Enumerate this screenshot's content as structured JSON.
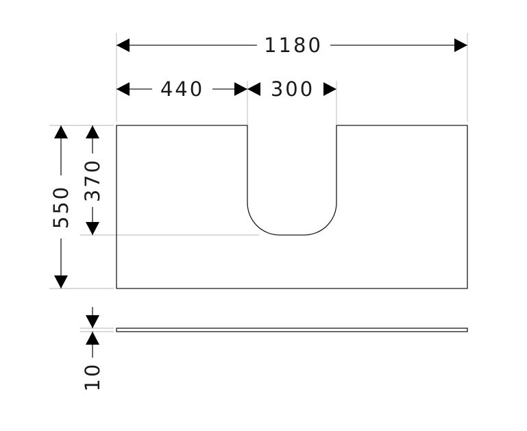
{
  "dimensions": {
    "overall_width": "1180",
    "left_offset": "440",
    "cutout_width": "300",
    "overall_depth": "550",
    "cutout_depth": "370",
    "thickness": "10"
  }
}
